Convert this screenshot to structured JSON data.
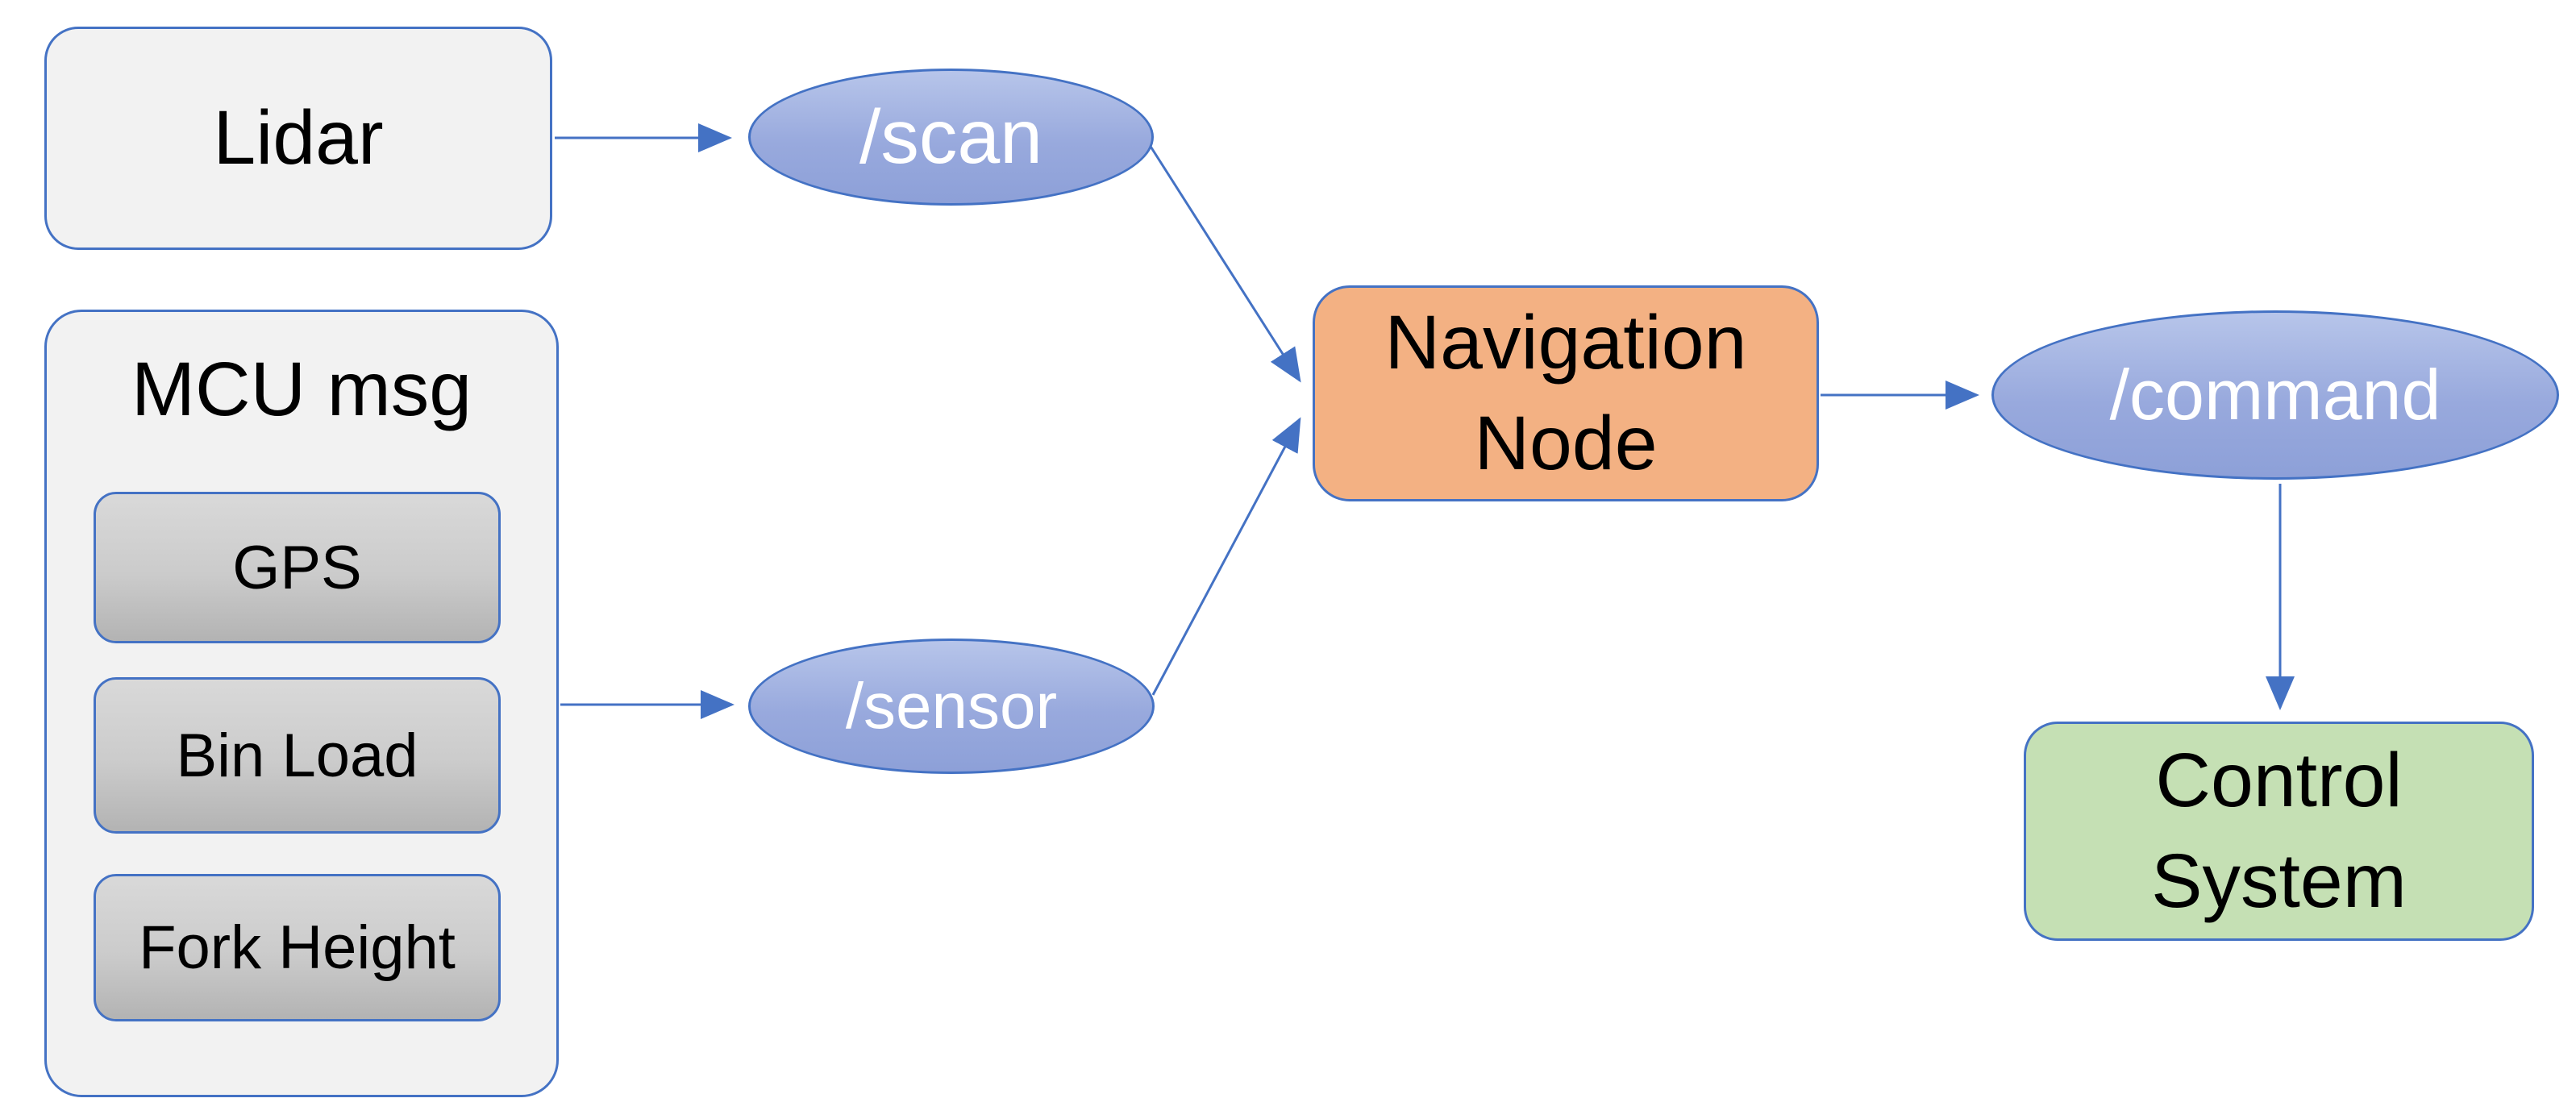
{
  "diagram": {
    "nodes": {
      "lidar": {
        "label": "Lidar"
      },
      "mcu": {
        "label": "MCU msg",
        "children": [
          {
            "label": "GPS"
          },
          {
            "label": "Bin Load"
          },
          {
            "label": "Fork Height"
          }
        ]
      },
      "navigation": {
        "lines": [
          "Navigation",
          "Node"
        ]
      },
      "control": {
        "lines": [
          "Control",
          "System"
        ]
      }
    },
    "topics": {
      "scan": {
        "label": "/scan"
      },
      "sensor": {
        "label": "/sensor"
      },
      "command": {
        "label": "/command"
      }
    },
    "edges": [
      {
        "from": "lidar",
        "to": "scan"
      },
      {
        "from": "scan",
        "to": "navigation"
      },
      {
        "from": "mcu",
        "to": "sensor"
      },
      {
        "from": "sensor",
        "to": "navigation"
      },
      {
        "from": "navigation",
        "to": "command"
      },
      {
        "from": "command",
        "to": "control"
      }
    ],
    "colors": {
      "border_blue": "#4472C4",
      "arrow_blue": "#4472C4",
      "process_gray_fill": "#F2F2F2",
      "subbox_gradient_top": "#D9D9D9",
      "subbox_gradient_bottom": "#B3B3B3",
      "topic_gradient_top": "#B7C5EA",
      "topic_gradient_bottom": "#8DA0D8",
      "navigation_fill": "#F3B183",
      "control_fill": "#C5E0B4",
      "text_dark": "#000000",
      "text_light": "#FFFFFF"
    }
  }
}
